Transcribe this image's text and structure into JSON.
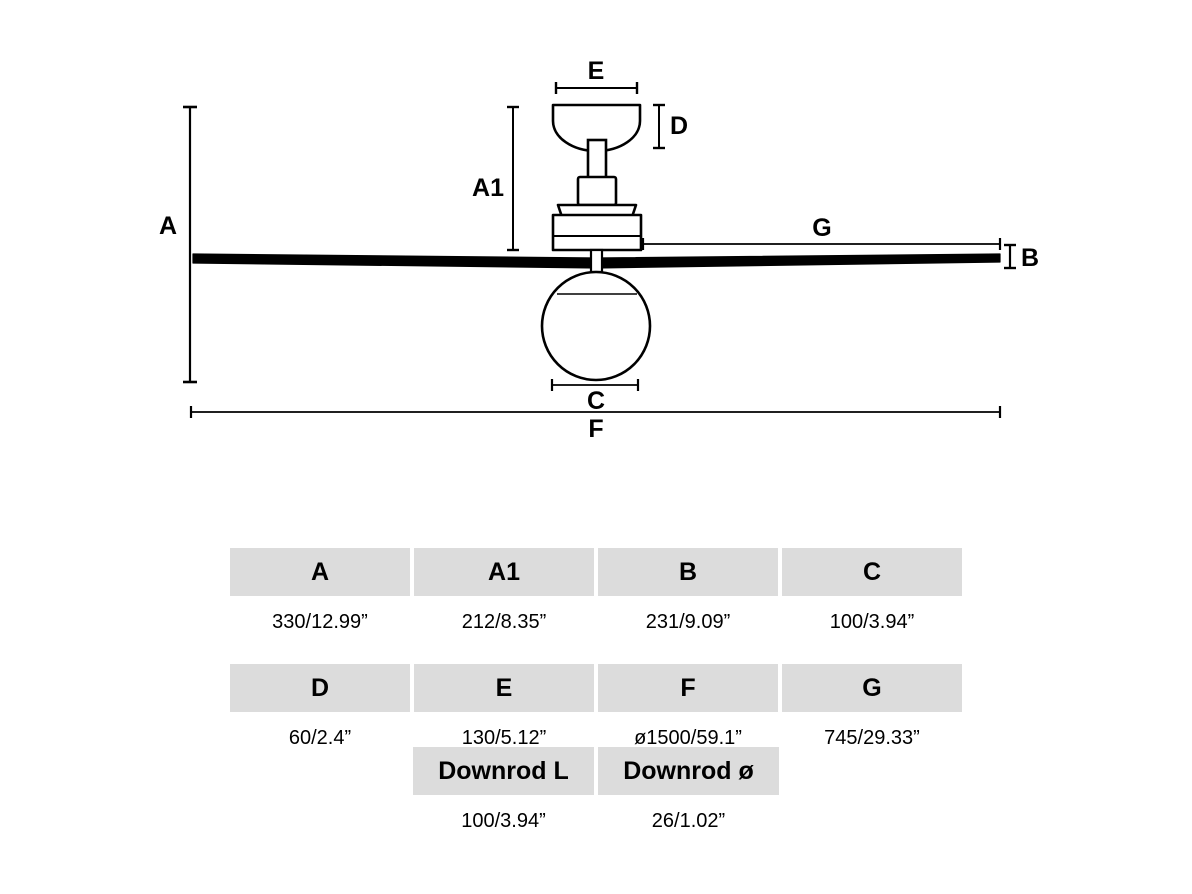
{
  "product": {
    "type": "ceiling-fan-dimension-drawing"
  },
  "diagram": {
    "labels": {
      "A": "A",
      "A1": "A1",
      "B": "B",
      "C": "C",
      "D": "D",
      "E": "E",
      "F": "F",
      "G": "G"
    },
    "parts": {
      "canopy": "canopy",
      "downrod": "downrod",
      "coupling": "downrod-coupling",
      "motor_housing": "motor-housing",
      "blade_left": "fan-blade-left",
      "blade_right": "fan-blade-right",
      "light_globe": "light-globe"
    },
    "line_color": "#000000",
    "fill_color": "#ffffff"
  },
  "spec_table": {
    "accent_header_bg": "#dcdcdc",
    "blocks": [
      {
        "headers": [
          "A",
          "A1",
          "B",
          "C"
        ],
        "values": [
          "330/12.99”",
          "212/8.35”",
          "231/9.09”",
          "100/3.94”"
        ]
      },
      {
        "headers": [
          "D",
          "E",
          "F",
          "G"
        ],
        "values": [
          "60/2.4”",
          "130/5.12”",
          "ø1500/59.1”",
          "745/29.33”"
        ]
      },
      {
        "headers": [
          "Downrod L",
          "Downrod ø"
        ],
        "values": [
          "100/3.94”",
          "26/1.02”"
        ]
      }
    ]
  }
}
